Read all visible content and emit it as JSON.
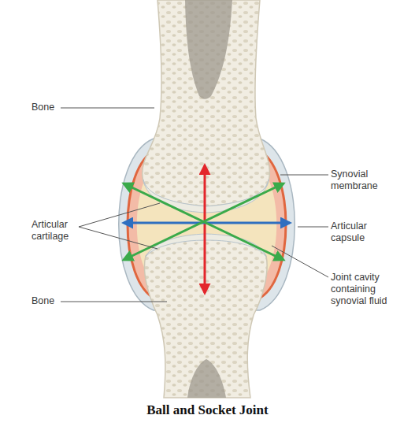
{
  "diagram": {
    "caption": "Ball and Socket Joint",
    "labels": [
      "Bone",
      "Synovial membrane",
      "Articular cartilage",
      "Articular capsule",
      "Joint cavity containing synovial fluid",
      "Bone"
    ]
  }
}
